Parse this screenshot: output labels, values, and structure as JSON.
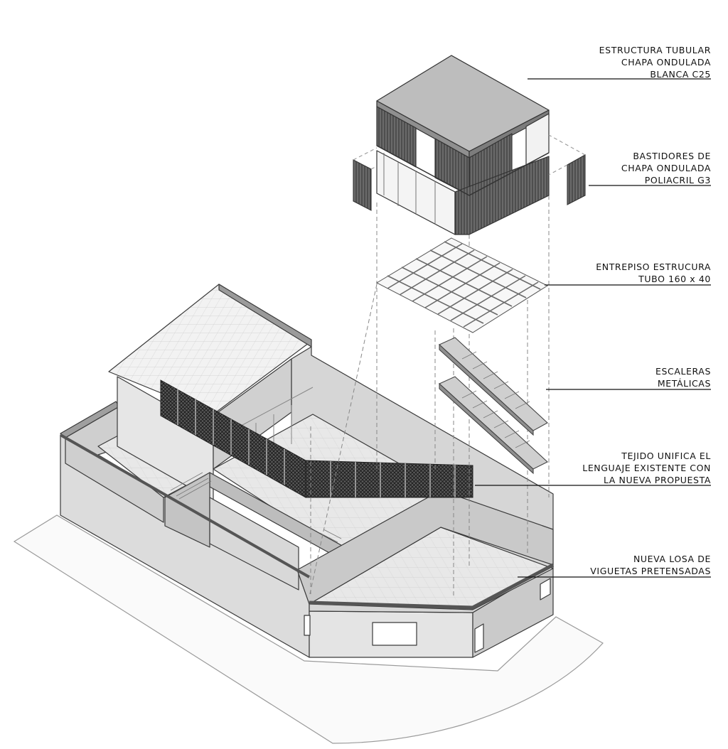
{
  "labels": [
    {
      "id": "estructura",
      "lines": [
        "ESTRUCTURA TUBULAR",
        "CHAPA ONDULADA",
        "BLANCA C25"
      ]
    },
    {
      "id": "bastidores",
      "lines": [
        "BASTIDORES DE",
        "CHAPA ONDULADA",
        "POLIACRIL G3"
      ]
    },
    {
      "id": "entrepiso",
      "lines": [
        "ENTREPISO ESTRUCURA",
        "TUBO 160 x 40"
      ]
    },
    {
      "id": "escaleras",
      "lines": [
        "ESCALERAS",
        "METÁLICAS"
      ]
    },
    {
      "id": "tejido",
      "lines": [
        "TEJIDO UNIFICA EL",
        "LENGUAJE EXISTENTE CON",
        "LA NUEVA PROPUESTA"
      ]
    },
    {
      "id": "losa",
      "lines": [
        "NUEVA LOSA DE",
        "VIGUETAS PRETENSADAS"
      ]
    }
  ],
  "colors": {
    "line": "#3a3a3a",
    "wall_light": "#e6e6e6",
    "wall_mid": "#cfcfcf",
    "wall_dark": "#b4b4b4",
    "roof": "#f0f0f0",
    "mesh": "#2a2a2a"
  },
  "icons": [
    "isometric-house-drawing",
    "exploded-module-drawing"
  ]
}
